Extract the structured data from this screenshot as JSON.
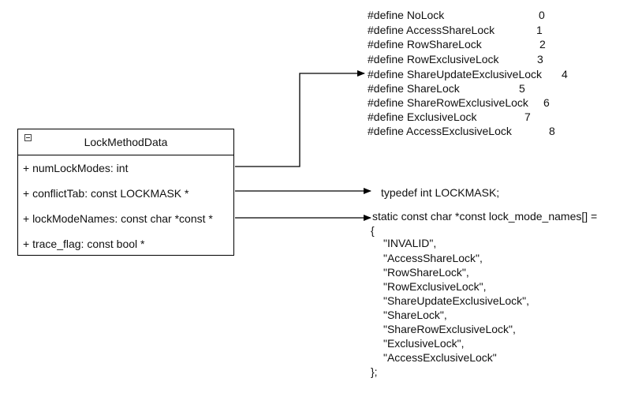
{
  "class_box": {
    "title": "LockMethodData",
    "attributes": [
      "+ numLockModes: int",
      "+ conflictTab: const LOCKMASK *",
      "+ lockModeNames: const char *const *",
      "+ trace_flag: const bool *"
    ]
  },
  "defines": [
    {
      "text": "#define NoLock",
      "value": "0"
    },
    {
      "text": "#define AccessShareLock",
      "value": "1"
    },
    {
      "text": "#define RowShareLock",
      "value": "2"
    },
    {
      "text": "#define RowExclusiveLock",
      "value": "3"
    },
    {
      "text": "#define ShareUpdateExclusiveLock",
      "value": "4"
    },
    {
      "text": "#define ShareLock",
      "value": "5"
    },
    {
      "text": "#define ShareRowExclusiveLock",
      "value": "6"
    },
    {
      "text": "#define ExclusiveLock",
      "value": "7"
    },
    {
      "text": "#define AccessExclusiveLock",
      "value": "8"
    }
  ],
  "typedef_text": "typedef int LOCKMASK;",
  "names_array": {
    "declaration": "static const char *const lock_mode_names[] =",
    "open_brace": "{",
    "entries": [
      "\"INVALID\",",
      "\"AccessShareLock\",",
      "\"RowShareLock\",",
      "\"RowExclusiveLock\",",
      "\"ShareUpdateExclusiveLock\",",
      "\"ShareLock\",",
      "\"ShareRowExclusiveLock\",",
      "\"ExclusiveLock\",",
      "\"AccessExclusiveLock\""
    ],
    "close_brace": "};"
  },
  "colors": {
    "line": "#000000",
    "text": "#111111",
    "background": "#ffffff"
  }
}
